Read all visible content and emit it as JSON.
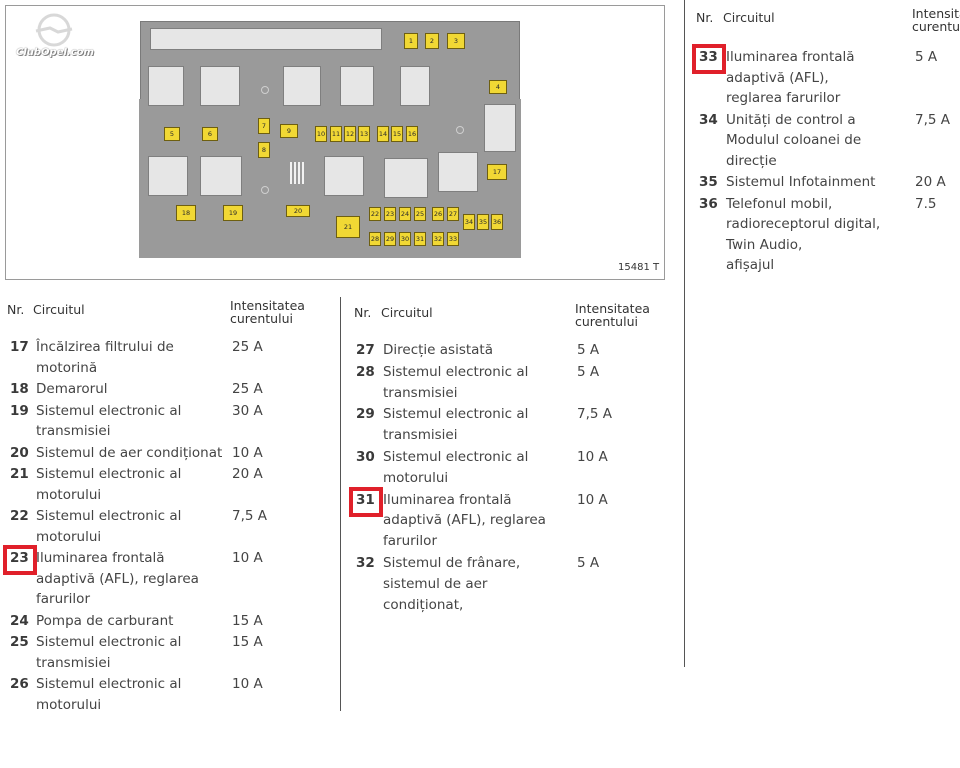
{
  "watermark": "ClubOpel.com",
  "diagram": {
    "figure_number": "15481 T",
    "fuse_labels": [
      "1",
      "2",
      "3",
      "4",
      "5",
      "6",
      "7",
      "8",
      "9",
      "10",
      "11",
      "12",
      "13",
      "14",
      "15",
      "16",
      "17",
      "18",
      "19",
      "20",
      "21",
      "22",
      "23",
      "24",
      "25",
      "26",
      "27",
      "28",
      "29",
      "30",
      "31",
      "32",
      "33",
      "34",
      "35",
      "36"
    ]
  },
  "headers": {
    "nr": "Nr.",
    "circuit": "Circuitul",
    "current": "Intensitatea curentului"
  },
  "table_left": [
    {
      "nr": "17",
      "circuit": [
        "Încălzirea filtrului de",
        "motorină"
      ],
      "current": "25 A"
    },
    {
      "nr": "18",
      "circuit": [
        "Demarorul"
      ],
      "current": "25 A"
    },
    {
      "nr": "19",
      "circuit": [
        "Sistemul electronic al",
        "transmisiei"
      ],
      "current": "30 A"
    },
    {
      "nr": "20",
      "circuit": [
        "Sistemul de aer condiționat"
      ],
      "current": "10 A"
    },
    {
      "nr": "21",
      "circuit": [
        "Sistemul electronic al",
        "motorului"
      ],
      "current": "20 A"
    },
    {
      "nr": "22",
      "circuit": [
        "Sistemul electronic al",
        "motorului"
      ],
      "current": "7,5 A"
    },
    {
      "nr": "23",
      "circuit": [
        "Iluminarea frontală",
        "adaptivă (AFL), reglarea",
        "farurilor"
      ],
      "current": "10 A"
    },
    {
      "nr": "24",
      "circuit": [
        "Pompa de carburant"
      ],
      "current": "15 A"
    },
    {
      "nr": "25",
      "circuit": [
        "Sistemul electronic al",
        "transmisiei"
      ],
      "current": "15 A"
    },
    {
      "nr": "26",
      "circuit": [
        "Sistemul electronic al",
        "motorului"
      ],
      "current": "10 A"
    }
  ],
  "table_middle": [
    {
      "nr": "27",
      "circuit": [
        "Direcție asistată"
      ],
      "current": "5 A"
    },
    {
      "nr": "28",
      "circuit": [
        "Sistemul electronic al",
        "transmisiei"
      ],
      "current": "5 A"
    },
    {
      "nr": "29",
      "circuit": [
        "Sistemul electronic al",
        "transmisiei"
      ],
      "current": "7,5 A"
    },
    {
      "nr": "30",
      "circuit": [
        "Sistemul electronic al",
        "motorului"
      ],
      "current": "10 A"
    },
    {
      "nr": "31",
      "circuit": [
        "Iluminarea frontală",
        "adaptivă (AFL), reglarea",
        "farurilor"
      ],
      "current": "10 A"
    },
    {
      "nr": "32",
      "circuit": [
        "Sistemul de frânare,",
        "sistemul de aer",
        "condiționat,"
      ],
      "current": "5 A"
    }
  ],
  "table_right": [
    {
      "nr": "33",
      "circuit": [
        "Iluminarea frontală",
        "adaptivă (AFL),",
        "reglarea farurilor"
      ],
      "current": "5 A"
    },
    {
      "nr": "34",
      "circuit": [
        "Unități de control a",
        "Modulul coloanei de",
        "direcție"
      ],
      "current": "7,5 A"
    },
    {
      "nr": "35",
      "circuit": [
        "Sistemul Infotainment"
      ],
      "current": "20 A"
    },
    {
      "nr": "36",
      "circuit": [
        "Telefonul mobil,",
        "radioreceptorul digital,",
        "Twin Audio,",
        "afișajul"
      ],
      "current": "7.5"
    }
  ],
  "highlighted_rows": [
    "23",
    "31",
    "33"
  ],
  "colors": {
    "highlight": "#e0202a",
    "fuse": "#f1d834",
    "board": "#9a9a9a"
  }
}
